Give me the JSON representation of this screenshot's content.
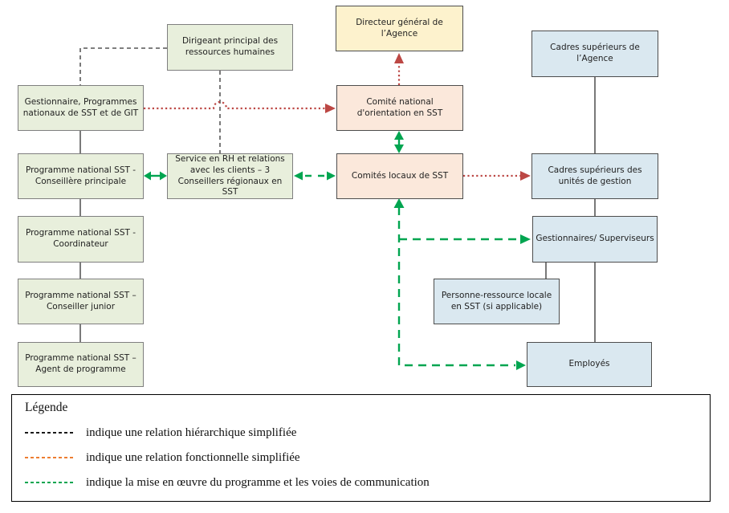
{
  "boxes": [
    {
      "name": "dirigeant-principal-rh",
      "label": "Dirigeant principal des ressources humaines"
    },
    {
      "name": "gestionnaire-programmes-nationaux",
      "label": "Gestionnaire, Programmes nationaux de SST et de GIT"
    },
    {
      "name": "programme-national-conseillere-principale",
      "label": "Programme national SST - Conseillère principale"
    },
    {
      "name": "programme-national-coordinateur",
      "label": "Programme national SST - Coordinateur"
    },
    {
      "name": "programme-national-conseiller-junior",
      "label": "Programme national SST – Conseiller junior"
    },
    {
      "name": "programme-national-agent-programme",
      "label": "Programme national SST – Agent de programme"
    },
    {
      "name": "service-rh-relations-clients",
      "label": "Service en RH et relations avec les clients – 3 Conseillers régionaux en SST"
    },
    {
      "name": "directeur-general-agence",
      "label": "Directeur général de l’Agence"
    },
    {
      "name": "comite-national-orientation",
      "label": "Comité national d'orientation en SST"
    },
    {
      "name": "comites-locaux-sst",
      "label": "Comités locaux de SST"
    },
    {
      "name": "cadres-superieurs-agence",
      "label": "Cadres supérieurs de l’Agence"
    },
    {
      "name": "cadres-superieurs-unites-gestion",
      "label": "Cadres supérieurs des unités de gestion"
    },
    {
      "name": "gestionnaires-superviseurs",
      "label": "Gestionnaires/ Superviseurs"
    },
    {
      "name": "personne-ressource-locale",
      "label": "Personne-ressource locale en SST (si applicable)"
    },
    {
      "name": "employes",
      "label": "Employés"
    }
  ],
  "legend": {
    "title": "Légende",
    "items": [
      {
        "kind": "hierarchical",
        "color": "#1a1a1a",
        "label": "indique une relation hiérarchique simplifiée"
      },
      {
        "kind": "functional",
        "color": "#ED7D31",
        "label": "indique une relation fonctionnelle simplifiée"
      },
      {
        "kind": "communication",
        "color": "#00A550",
        "label": "indique la mise en œuvre du programme et les voies de communication"
      }
    ]
  },
  "colors": {
    "green_box": "#E8EFDC",
    "green_border": "#7F7F7F",
    "yellow_box": "#FDF2CD",
    "pink_box": "#FBE8DB",
    "blue_box": "#DAE8F0",
    "dark_border": "#4D4D4D",
    "arrow_green": "#00A550",
    "arrow_red": "#BC4744",
    "line_black": "#404040"
  }
}
